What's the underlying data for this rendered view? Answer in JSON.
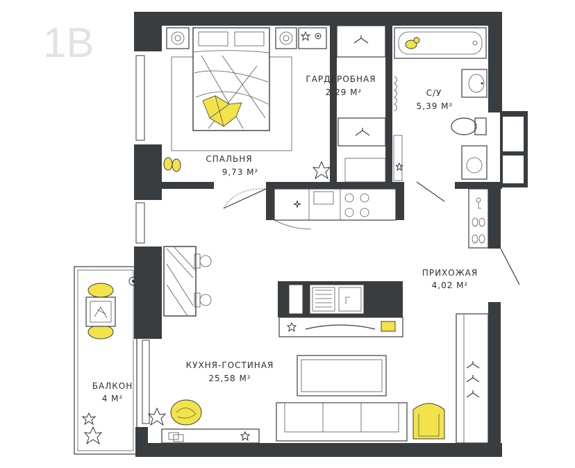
{
  "plan_badge": "1В",
  "rooms": [
    {
      "id": "bedroom",
      "name": "СПАЛЬНЯ",
      "area": "9,73 М²"
    },
    {
      "id": "wardrobe",
      "name": "ГАРДЕРОБНАЯ",
      "area": "2,29 М²"
    },
    {
      "id": "bathroom",
      "name": "С/У",
      "area": "5,39 М²"
    },
    {
      "id": "hallway",
      "name": "ПРИХОЖАЯ",
      "area": "4,02 М²"
    },
    {
      "id": "kitchen",
      "name": "КУХНЯ-ГОСТИНАЯ",
      "area": "25,58 М²"
    },
    {
      "id": "balcony",
      "name": "БАЛКОН",
      "area": "4 М²"
    }
  ],
  "colors": {
    "wall": "#3a3d40",
    "accent": "#f3e34a",
    "label": "#2d2d2d"
  },
  "icons": [
    "bed-icon",
    "bathtub-icon",
    "toilet-icon",
    "sink-icon",
    "washing-machine-icon",
    "hanger-icon",
    "stove-icon",
    "dining-table-icon",
    "sofa-icon",
    "armchair-icon",
    "plant-icon",
    "cat-bed-icon",
    "slippers-icon"
  ]
}
